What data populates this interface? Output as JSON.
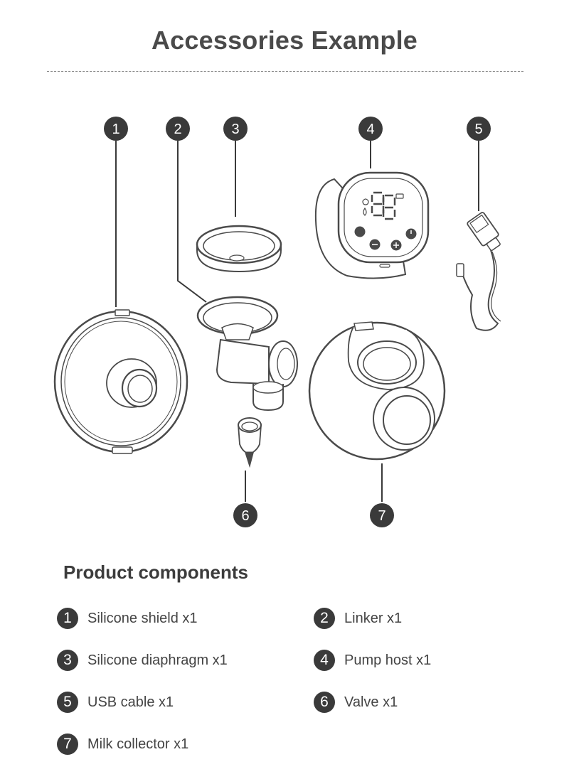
{
  "header": {
    "title": "Accessories Example"
  },
  "diagram": {
    "callouts": [
      {
        "number": "1",
        "part": "silicone-shield"
      },
      {
        "number": "2",
        "part": "linker"
      },
      {
        "number": "3",
        "part": "silicone-diaphragm"
      },
      {
        "number": "4",
        "part": "pump-host"
      },
      {
        "number": "5",
        "part": "usb-cable"
      },
      {
        "number": "6",
        "part": "valve"
      },
      {
        "number": "7",
        "part": "milk-collector"
      }
    ]
  },
  "components": {
    "title": "Product components",
    "items": [
      {
        "number": "1",
        "label": "Silicone shield x1"
      },
      {
        "number": "2",
        "label": "Linker x1"
      },
      {
        "number": "3",
        "label": "Silicone diaphragm x1"
      },
      {
        "number": "4",
        "label": "Pump host x1"
      },
      {
        "number": "5",
        "label": "USB cable x1"
      },
      {
        "number": "6",
        "label": "Valve x1"
      },
      {
        "number": "7",
        "label": "Milk collector x1"
      }
    ]
  },
  "colors": {
    "ink": "#3a3a3a",
    "line": "#4a4a4a",
    "fill": "#ffffff"
  }
}
